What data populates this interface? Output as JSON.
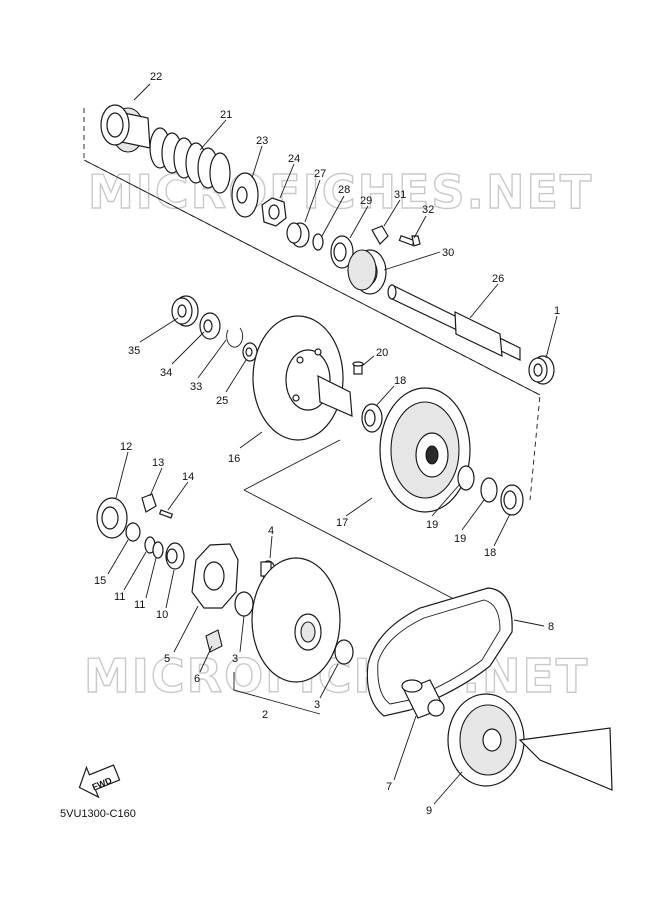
{
  "watermarks": [
    "MICROFICHES.NET",
    "MICROFICHES.NET"
  ],
  "diagram_code": "5VU1300-C160",
  "fwd_label": "FWD",
  "callouts": [
    "22",
    "21",
    "23",
    "24",
    "27",
    "28",
    "29",
    "31",
    "32",
    "30",
    "26",
    "1",
    "35",
    "34",
    "33",
    "25",
    "20",
    "18",
    "16",
    "17",
    "19",
    "19",
    "18",
    "12",
    "13",
    "14",
    "15",
    "11",
    "11",
    "10",
    "4",
    "5",
    "6",
    "3",
    "3",
    "2",
    "8",
    "7",
    "9"
  ]
}
